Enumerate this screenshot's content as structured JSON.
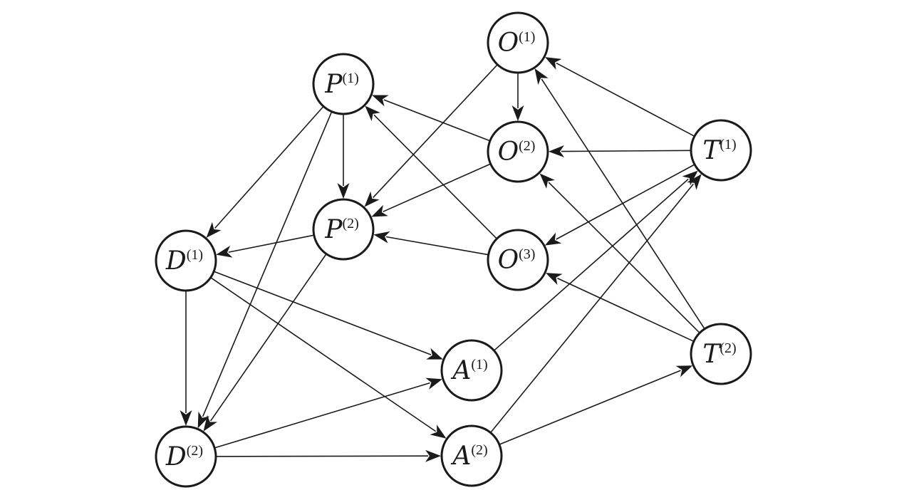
{
  "nodes": [
    {
      "id": "P1",
      "letter": "P",
      "superscript": "(1)"
    },
    {
      "id": "P2",
      "letter": "P",
      "superscript": "(2)"
    },
    {
      "id": "O1",
      "letter": "O",
      "superscript": "(1)"
    },
    {
      "id": "O2",
      "letter": "O",
      "superscript": "(2)"
    },
    {
      "id": "O3",
      "letter": "O",
      "superscript": "(3)"
    },
    {
      "id": "T1",
      "letter": "T",
      "superscript": "(1)"
    },
    {
      "id": "T2",
      "letter": "T",
      "superscript": "(2)"
    },
    {
      "id": "D1",
      "letter": "D",
      "superscript": "(1)"
    },
    {
      "id": "D2",
      "letter": "D",
      "superscript": "(2)"
    },
    {
      "id": "A1",
      "letter": "A",
      "superscript": "(1)"
    },
    {
      "id": "A2",
      "letter": "A",
      "superscript": "(2)"
    }
  ],
  "edges": [
    {
      "from": "O1",
      "to": "O2"
    },
    {
      "from": "O1",
      "to": "P2"
    },
    {
      "from": "O2",
      "to": "P1"
    },
    {
      "from": "O2",
      "to": "P2"
    },
    {
      "from": "O3",
      "to": "P1"
    },
    {
      "from": "O3",
      "to": "P2"
    },
    {
      "from": "T1",
      "to": "O1"
    },
    {
      "from": "T1",
      "to": "O2"
    },
    {
      "from": "T1",
      "to": "O3"
    },
    {
      "from": "T2",
      "to": "O1"
    },
    {
      "from": "T2",
      "to": "O2"
    },
    {
      "from": "T2",
      "to": "O3"
    },
    {
      "from": "P1",
      "to": "P2"
    },
    {
      "from": "P1",
      "to": "D1"
    },
    {
      "from": "P1",
      "to": "D2"
    },
    {
      "from": "P2",
      "to": "D1"
    },
    {
      "from": "P2",
      "to": "D2"
    },
    {
      "from": "D1",
      "to": "D2"
    },
    {
      "from": "D1",
      "to": "A1"
    },
    {
      "from": "D1",
      "to": "A2"
    },
    {
      "from": "D2",
      "to": "A1"
    },
    {
      "from": "D2",
      "to": "A2"
    },
    {
      "from": "A1",
      "to": "T1"
    },
    {
      "from": "A2",
      "to": "T1"
    },
    {
      "from": "A2",
      "to": "T2"
    }
  ]
}
